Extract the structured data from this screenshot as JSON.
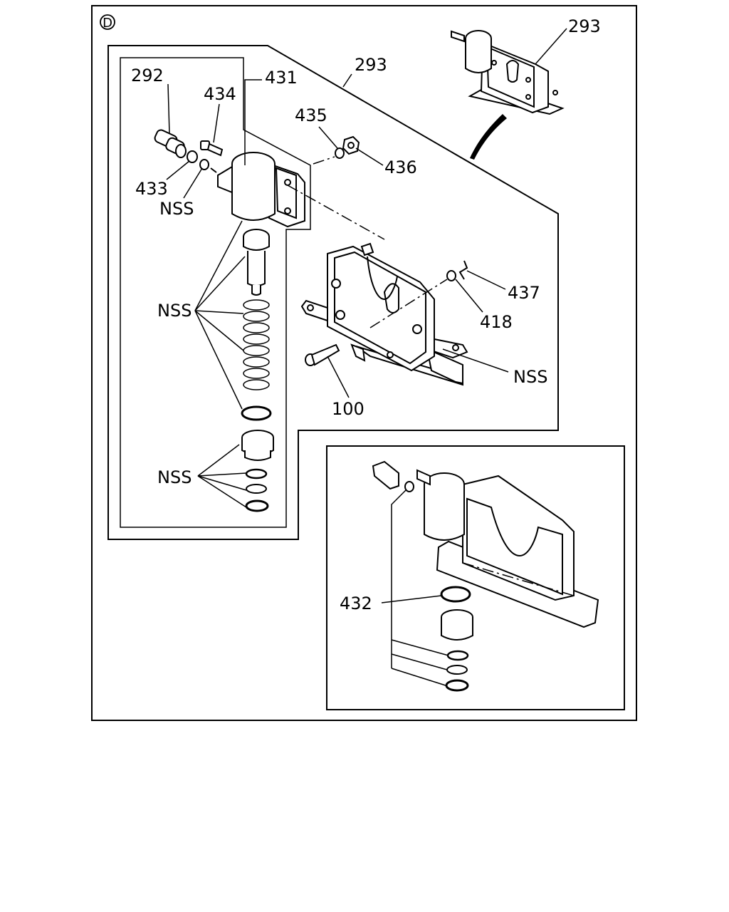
{
  "badge": "D",
  "callouts": {
    "c293_top": "293",
    "c293_mid": "293",
    "c292": "292",
    "c434": "434",
    "c431": "431",
    "c435": "435",
    "c436": "436",
    "c433": "433",
    "nss_head": "NSS",
    "nss_spring": "NSS",
    "nss_base": "NSS",
    "nss_bracket": "NSS",
    "c437": "437",
    "c418": "418",
    "c100": "100",
    "c432": "432"
  }
}
